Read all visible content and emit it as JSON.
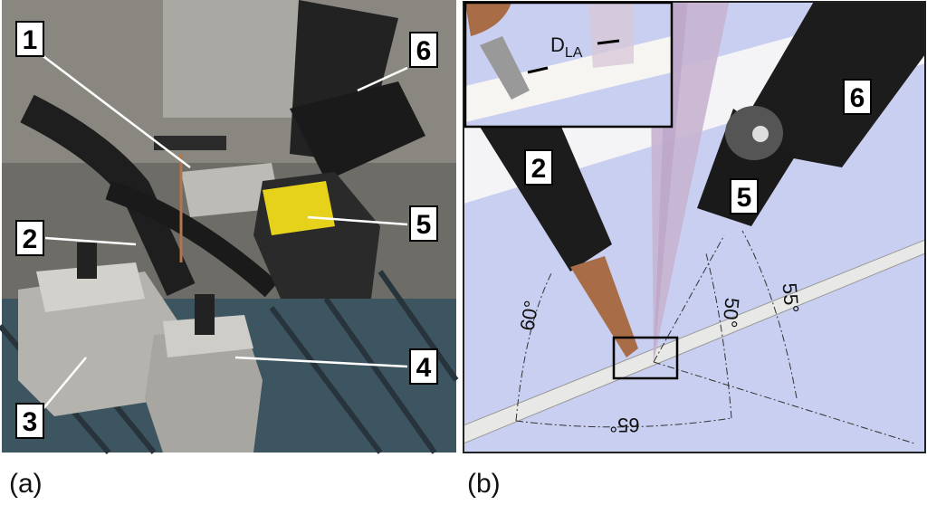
{
  "panel_a": {
    "caption": "(a)",
    "labels": [
      "1",
      "2",
      "3",
      "4",
      "5",
      "6"
    ]
  },
  "panel_b": {
    "caption": "(b)",
    "labels": [
      "2",
      "5",
      "6"
    ],
    "inset_label_main": "D",
    "inset_label_sub": "LA",
    "angles": [
      "60°",
      "65°",
      "50°",
      "55°"
    ]
  },
  "colors": {
    "background_b": "#c9cff0",
    "tool_dark": "#1c1c1c",
    "copper": "#a86c46",
    "cone": "#c8b4d0",
    "yellow": "#e6d21a"
  }
}
